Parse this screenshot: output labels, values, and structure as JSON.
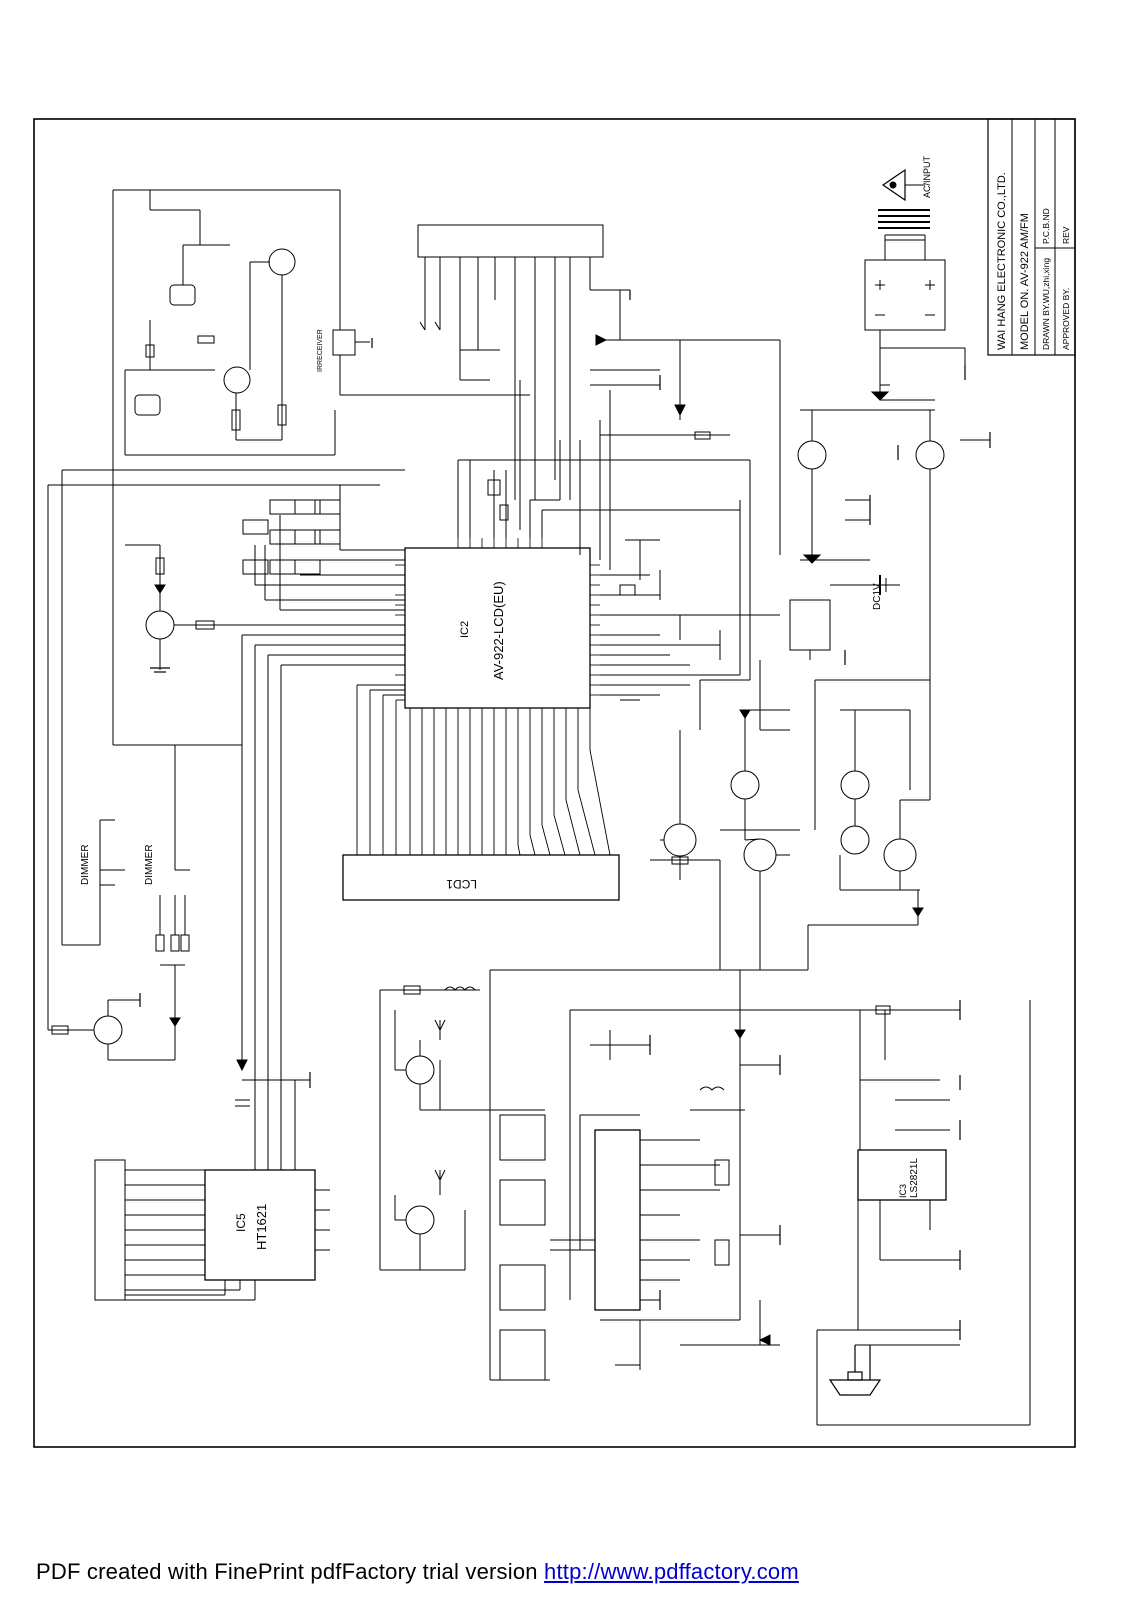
{
  "title_block": {
    "company": "WAI HANG ELECTRONIC CO.,LTD.",
    "model": "MODEL ON.   AV-922 AM/FM",
    "pcb": "P.C.B.ND",
    "drawn": "DRAWN BY.WU,zhi,xing",
    "rev": "REV",
    "approved": "APPROVED BY."
  },
  "power": {
    "ac_input": "AC/INPUT",
    "dc": "DC1V"
  },
  "ic2": {
    "ref": "IC2",
    "part": "AV-922-LCD(EU)"
  },
  "lcd1": {
    "ref": "LCD1"
  },
  "ic5": {
    "ref": "IC5",
    "part": "HT1621"
  },
  "ic3": {
    "ref": "IC3",
    "part": "LS2821L"
  },
  "receiver": {
    "label": "IRRECEIVER"
  },
  "dimmers": [
    {
      "label": "DIMMER"
    },
    {
      "label": "DIMMER"
    }
  ],
  "footer": {
    "text": "PDF created with FinePrint pdfFactory trial version ",
    "link": "http://www.pdffactory.com"
  }
}
